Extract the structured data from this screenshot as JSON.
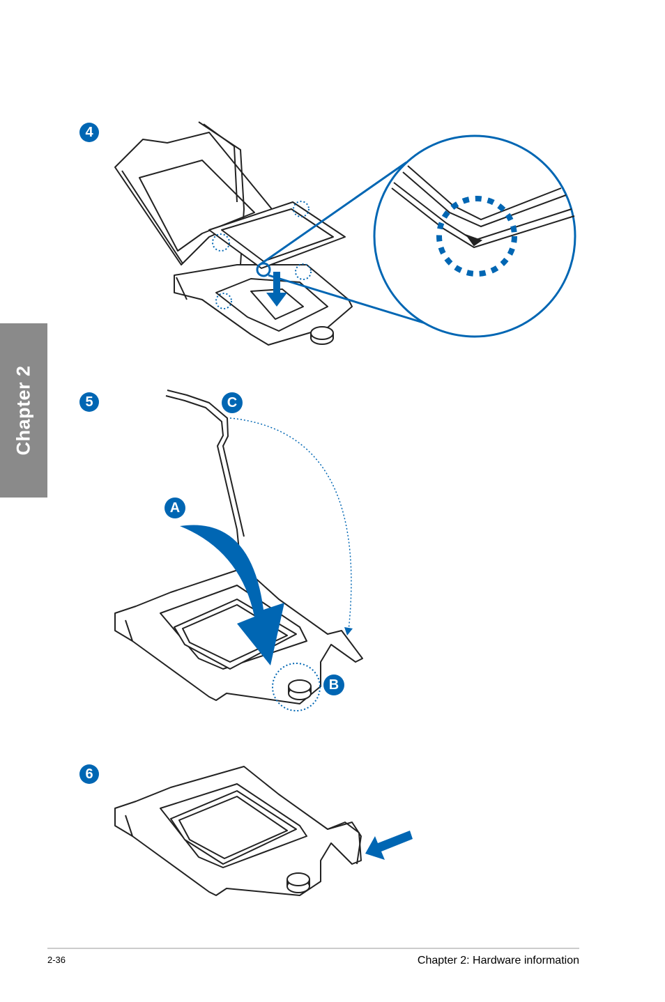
{
  "side_tab": {
    "label": "Chapter 2"
  },
  "steps": [
    {
      "number": "4"
    },
    {
      "number": "5",
      "sub_labels": [
        "A",
        "B",
        "C"
      ]
    },
    {
      "number": "6"
    }
  ],
  "footer": {
    "page_number": "2-36",
    "title": "Chapter 2: Hardware information"
  },
  "colors": {
    "accent": "#0066b3",
    "tab": "#8a8a8a"
  }
}
